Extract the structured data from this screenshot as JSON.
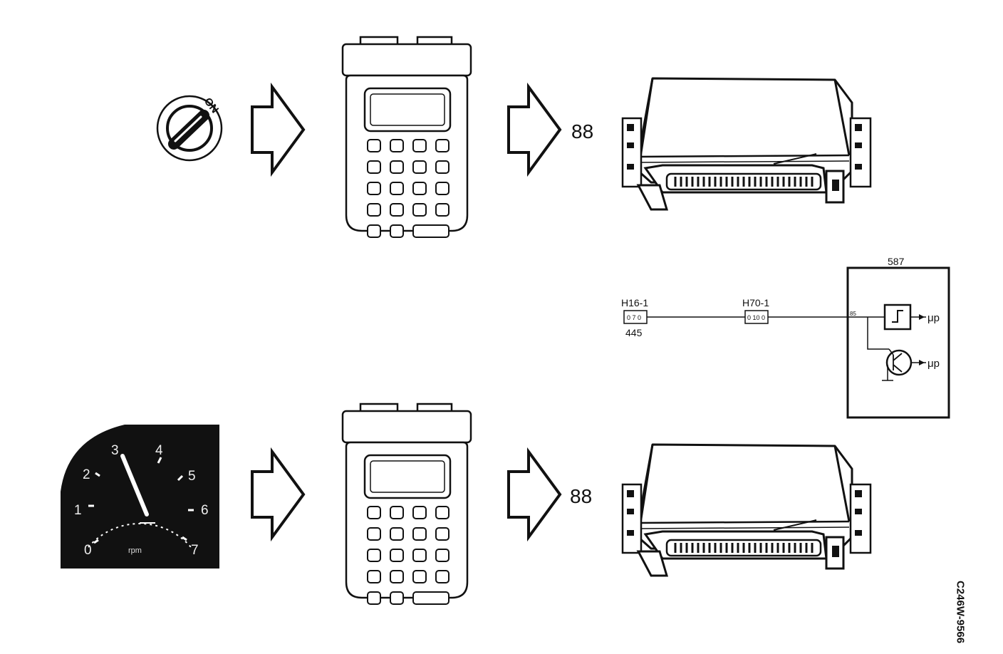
{
  "ignition": {
    "on_label": "ON"
  },
  "steps": [
    {
      "fault_code": "88"
    },
    {
      "fault_code": "88"
    }
  ],
  "circuit": {
    "connector_left": {
      "id": "H16-1",
      "pins": "0 7 0",
      "wire": "445"
    },
    "connector_mid": {
      "id": "H70-1",
      "pins": "0 10 0"
    },
    "ecu_label": "587",
    "pin_label": "85",
    "output_top": "μp",
    "output_bottom": "μp"
  },
  "tachometer": {
    "scale": [
      "0",
      "1",
      "2",
      "3",
      "4",
      "5",
      "6",
      "7"
    ],
    "unit": "rpm",
    "needle_value": 3
  },
  "figure_code": "C246W-9566"
}
